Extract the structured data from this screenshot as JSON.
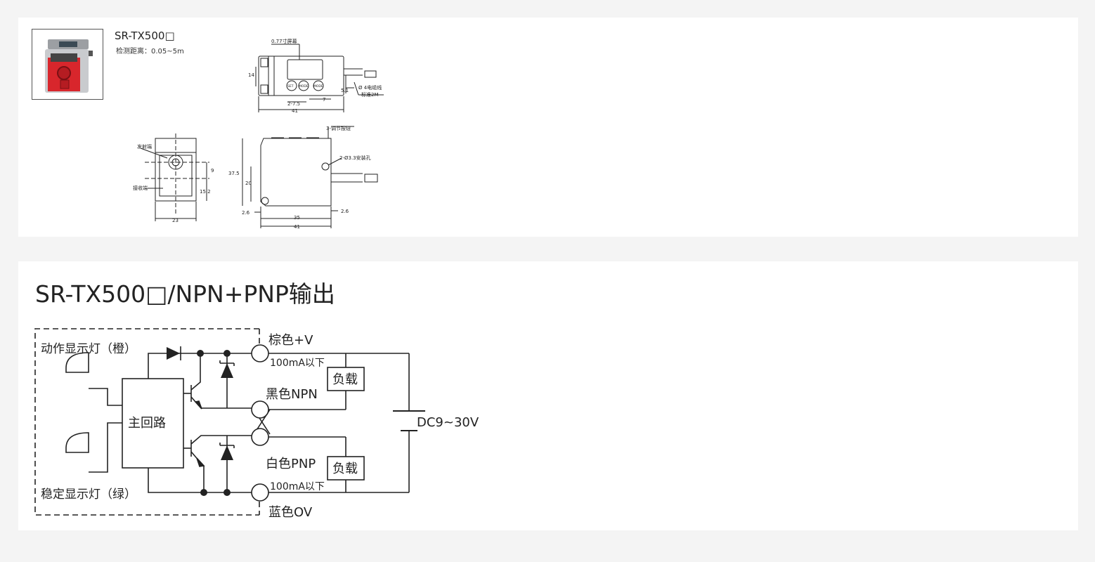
{
  "product": {
    "model": "SR-TX500□",
    "detect_range": "检测距离：0.05~5m"
  },
  "drawing": {
    "screen_label": "0.77寸屏幕",
    "cable_label_1": "Ø 4电缆线",
    "cable_label_2": "标准2M",
    "buttons_label": "3-调节按钮",
    "hole_label": "2-Ø3.3安装孔",
    "emitter_label": "发射端",
    "receiver_label": "接收端",
    "btn1": "SET",
    "btn2": "MODE",
    "btn3": "MODE",
    "dims": {
      "d14": "14",
      "d5_1": "5.1",
      "d7": "7",
      "d2x7_5": "2-7.5",
      "d41_top": "41",
      "d9": "9",
      "d15_2": "15.2",
      "d23": "23",
      "d37_5": "37.5",
      "d20": "20",
      "d2_6_left": "2.6",
      "d2_6_right": "2.6",
      "d35": "35",
      "d41_bottom": "41"
    }
  },
  "circuit": {
    "title": "SR-TX500□/NPN+PNP输出",
    "main_circuit": "主回路",
    "action_led": "动作显示灯（橙）",
    "stable_led": "稳定显示灯（绿）",
    "brown": "棕色+V",
    "black": "黑色NPN",
    "white": "白色PNP",
    "blue": "蓝色OV",
    "current_top": "100mA以下",
    "current_bottom": "100mA以下",
    "load_top": "负载",
    "load_bottom": "负载",
    "supply": "DC9~30V"
  },
  "colors": {
    "background": "#f4f4f4",
    "panel": "#ffffff",
    "line": "#222222",
    "sensor_red": "#d8262c"
  }
}
